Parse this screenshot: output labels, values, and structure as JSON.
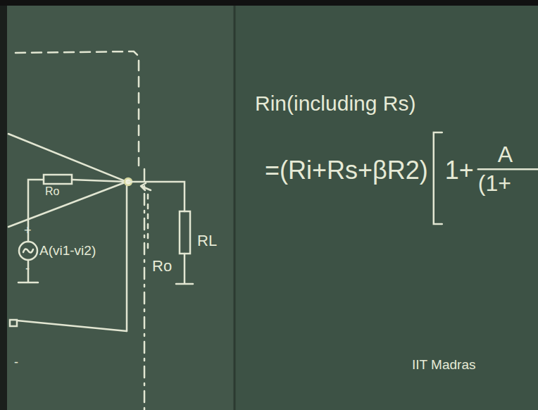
{
  "diagram": {
    "labels": [
      "Ro",
      "+",
      "-",
      "A(vi1-vi2)",
      "-",
      "Ro",
      "RL",
      "Rin(including Rs)",
      "=(Ri+Rs+βR2)",
      "1+",
      "A",
      "(1+",
      "IIT Madras"
    ]
  }
}
